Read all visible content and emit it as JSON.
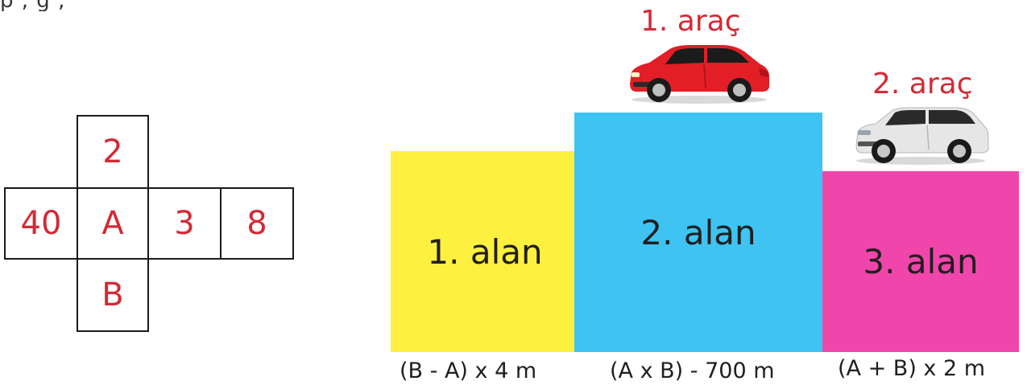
{
  "header_fragment": "p              ,                  g        ,",
  "cube_net": {
    "top": "2",
    "left": "40",
    "center": "A",
    "right1": "3",
    "right2": "8",
    "bottom": "B"
  },
  "fields": [
    {
      "label": "1. alan",
      "formula": "(B - A) x 4 m",
      "color": "#fdf03f"
    },
    {
      "label": "2. alan",
      "formula": "(A x B) - 700 m",
      "color": "#3fc3f2"
    },
    {
      "label": "3. alan",
      "formula": "(A + B) x 2 m",
      "color": "#f046ac"
    }
  ],
  "cars": [
    {
      "label": "1. araç",
      "color": "#e21e26",
      "icon": "red-hatchback-car-icon"
    },
    {
      "label": "2. araç",
      "color": "#e6e6e6",
      "icon": "white-suv-car-icon"
    }
  ]
}
